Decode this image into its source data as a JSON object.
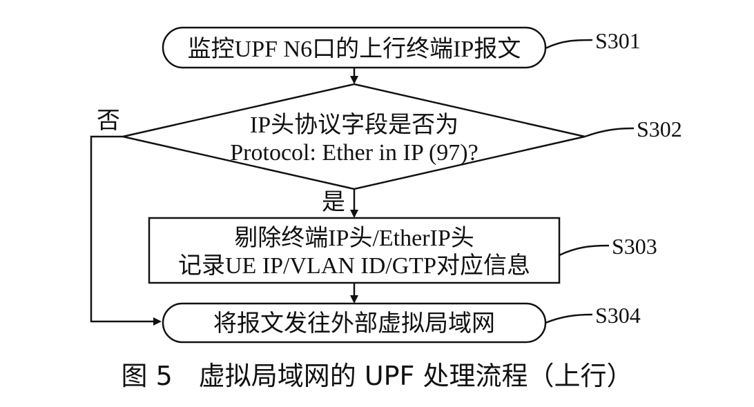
{
  "nodes": {
    "s301": {
      "text": "监控UPF N6口的上行终端IP报文",
      "step": "S301"
    },
    "s302": {
      "line1": "IP头协议字段是否为",
      "line2": "Protocol: Ether in IP (97)?",
      "step": "S302"
    },
    "s303": {
      "line1": "剔除终端IP头/EtherIP头",
      "line2": "记录UE IP/VLAN ID/GTP对应信息",
      "step": "S303"
    },
    "s304": {
      "text": "将报文发往外部虚拟局域网",
      "step": "S304"
    }
  },
  "branches": {
    "yes": "是",
    "no": "否"
  },
  "caption": "图 5　虚拟局域网的 UPF 处理流程（上行）"
}
